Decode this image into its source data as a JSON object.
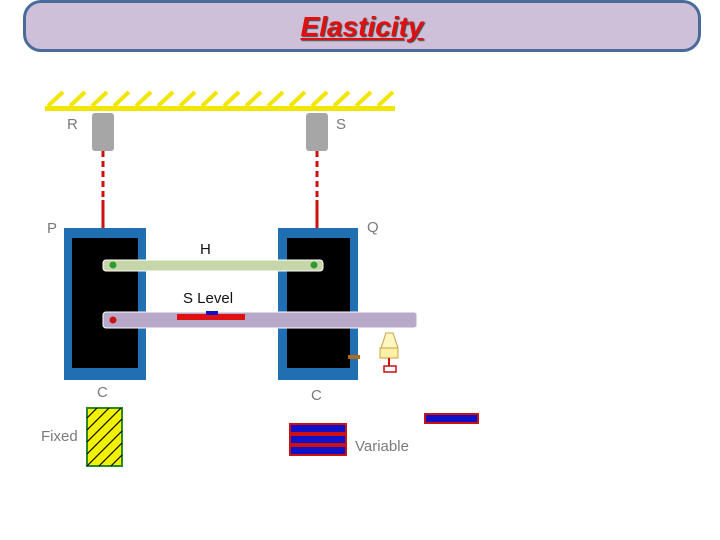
{
  "title": "Elasticity",
  "labels": {
    "r": "R",
    "s": "S",
    "p": "P",
    "q": "Q",
    "h": "H",
    "s_level": "S Level",
    "c_left": "C",
    "c_right": "C",
    "fixed": "Fixed",
    "variable": "Variable"
  },
  "colors": {
    "ceiling": "#f2e600",
    "wire": "#cc1111",
    "clamp": "#a6a6a6",
    "frame_outer": "#1f6fb2",
    "frame_inner": "#000000",
    "bar_h": "#c6d6a8",
    "bar_s": "#b9a9c9",
    "level": "#e01010",
    "weight": "#1010c8"
  }
}
